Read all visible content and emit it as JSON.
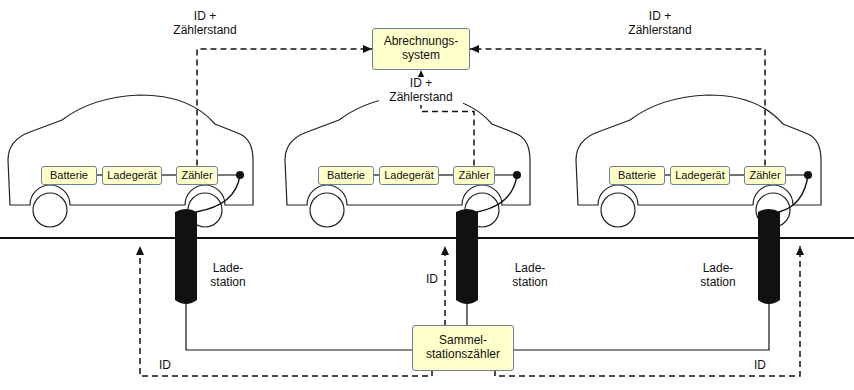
{
  "diagram": {
    "nodes": [
      {
        "text": [
          "Abrechnungs- system"
        ]
      },
      {
        "text": [
          "Batterie"
        ]
      },
      {
        "text": [
          "Ladegerät"
        ]
      },
      {
        "text": [
          "Zähler"
        ]
      },
      {
        "text": [
          "Batterie"
        ]
      },
      {
        "text": [
          "Ladegerät"
        ]
      },
      {
        "text": [
          "Zähler"
        ]
      },
      {
        "text": [
          "Batterie"
        ]
      },
      {
        "text": [
          "Ladegerät"
        ]
      },
      {
        "text": [
          "Zähler"
        ]
      },
      {
        "text": [
          "Sammel- stationszähler"
        ]
      }
    ],
    "edges": [
      {
        "from": 1,
        "to": 2,
        "arrow": "none"
      },
      {
        "from": 2,
        "to": 3,
        "arrow": "none"
      },
      {
        "from": 4,
        "to": 5,
        "arrow": "none"
      },
      {
        "from": 5,
        "to": 6,
        "arrow": "none"
      },
      {
        "from": 7,
        "to": 8,
        "arrow": "none"
      },
      {
        "from": 8,
        "to": 9,
        "arrow": "none"
      },
      {
        "from": 3,
        "to": 0,
        "label": "ID + Zählerstand",
        "arrow": "to"
      },
      {
        "from": 6,
        "to": 0,
        "label": "ID + Zählerstand",
        "arrow": "to"
      },
      {
        "from": 9,
        "to": 0,
        "label": "ID + Zählerstand",
        "arrow": "to"
      }
    ],
    "labels": [
      "Lade- station",
      "Lade- station",
      "Lade- station",
      "ID",
      "ID",
      "ID"
    ]
  }
}
